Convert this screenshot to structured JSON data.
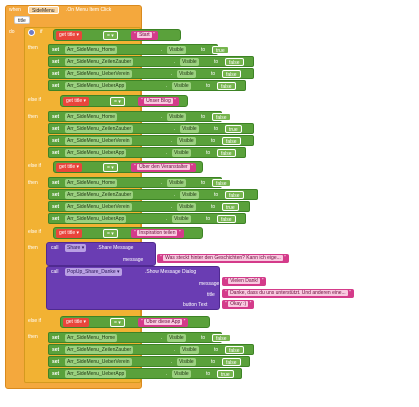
{
  "event": {
    "when": "when",
    "component": "SideMenu",
    "event_name": ".On Menu Item Click",
    "param": "title",
    "do": "do",
    "if": "if",
    "then": "then",
    "else_if": "else if"
  },
  "ops": {
    "get": "get",
    "get_var": "title",
    "eq": "=",
    "set": "set",
    "to": "to",
    "visible": "Visible",
    "call": "call",
    "true": "true",
    "false": "false"
  },
  "components": {
    "home": "Arr_SideMenu_Home",
    "zeilen": "Arr_SideMenu_ZeilenZauber",
    "ueberverein": "Arr_SideMenu_UeberVerein",
    "ueberapp": "Arr_SideMenu_UeberApp",
    "share": "Share",
    "popup": "PopUp_Share_Danke"
  },
  "branches": [
    {
      "kind": "if",
      "label": "Start",
      "values": [
        "true",
        "false",
        "false",
        "false"
      ]
    },
    {
      "kind": "else_if",
      "label": "Unser Blog",
      "values": [
        "false",
        "true",
        "false",
        "false"
      ]
    },
    {
      "kind": "else_if",
      "label": "Über den Veranstalter",
      "values": [
        "false",
        "false",
        "true",
        "false"
      ]
    },
    {
      "kind": "else_if",
      "label": "Inspiration teilen"
    },
    {
      "kind": "else_if",
      "label": "Über diese App",
      "values": [
        "false",
        "false",
        "false",
        "true"
      ]
    }
  ],
  "share_call": {
    "method": ".Share Message",
    "message_label": "message",
    "message_text": "Was steckt hinter den Geschichten? Kann ich eige..."
  },
  "dialog_call": {
    "method": ".Show Message Dialog",
    "message_label": "message",
    "message_text": "Vielen Dank!",
    "title_label": "title",
    "title_text": "Danke, dass du uns unterstützt. Und anderen eine...",
    "button_label": "button Text",
    "button_text": "Okay :)"
  },
  "colors": {
    "event": "#f4a83d",
    "if": "#f2b233",
    "green": "#5aa13b",
    "string": "#d43b8a",
    "get": "#e9453b",
    "call": "#6a3db3"
  }
}
